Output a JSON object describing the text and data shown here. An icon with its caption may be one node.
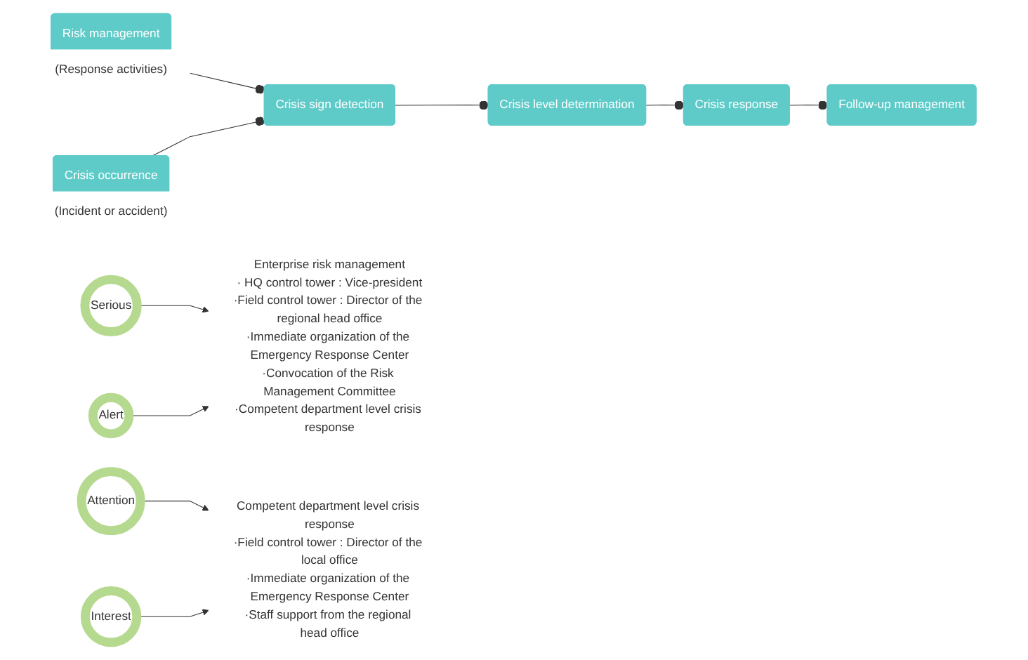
{
  "diagram": {
    "nodes": [
      {
        "text": [
          "Risk management"
        ],
        "beside": [
          "(Response activities)"
        ]
      },
      {
        "text": [
          "Crisis sign detection"
        ]
      },
      {
        "text": [
          "Crisis level determination"
        ]
      },
      {
        "text": [
          "Crisis response"
        ]
      },
      {
        "text": [
          "Follow-up management"
        ]
      },
      {
        "text": [
          "Crisis occurrence"
        ],
        "beside": [
          "(Incident or accident)"
        ]
      },
      {
        "text": [
          "Serious"
        ]
      },
      {
        "text": [
          "Alert"
        ]
      },
      {
        "text": [
          "Enterprise risk management",
          "· HQ control tower : Vice-president",
          "·Field control tower : Director of the regional head office",
          "·Immediate organization of the Emergency Response Center",
          "·Convocation of the Risk Management Committee",
          "·Competent department level crisis response"
        ]
      },
      {
        "text": [
          "Attention"
        ]
      },
      {
        "text": [
          "Interest"
        ]
      },
      {
        "text": [
          "Competent department level crisis response",
          "·Field control tower : Director of the local office",
          "·Immediate organization of the Emergency Response Center",
          "·Staff support from the regional head office"
        ]
      }
    ],
    "edges": [
      {
        "from": 0,
        "to": 1,
        "arrow": "other"
      },
      {
        "from": 1,
        "to": 2,
        "arrow": "other"
      },
      {
        "from": 2,
        "to": 3,
        "arrow": "other"
      },
      {
        "from": 3,
        "to": 4,
        "arrow": "other"
      },
      {
        "from": 5,
        "to": 1,
        "arrow": "other"
      },
      {
        "from": 6,
        "to": 8,
        "arrow": "to"
      },
      {
        "from": 7,
        "to": 8,
        "arrow": "to"
      },
      {
        "from": 9,
        "to": 11,
        "arrow": "to"
      },
      {
        "from": 10,
        "to": 11,
        "arrow": "to"
      }
    ]
  }
}
